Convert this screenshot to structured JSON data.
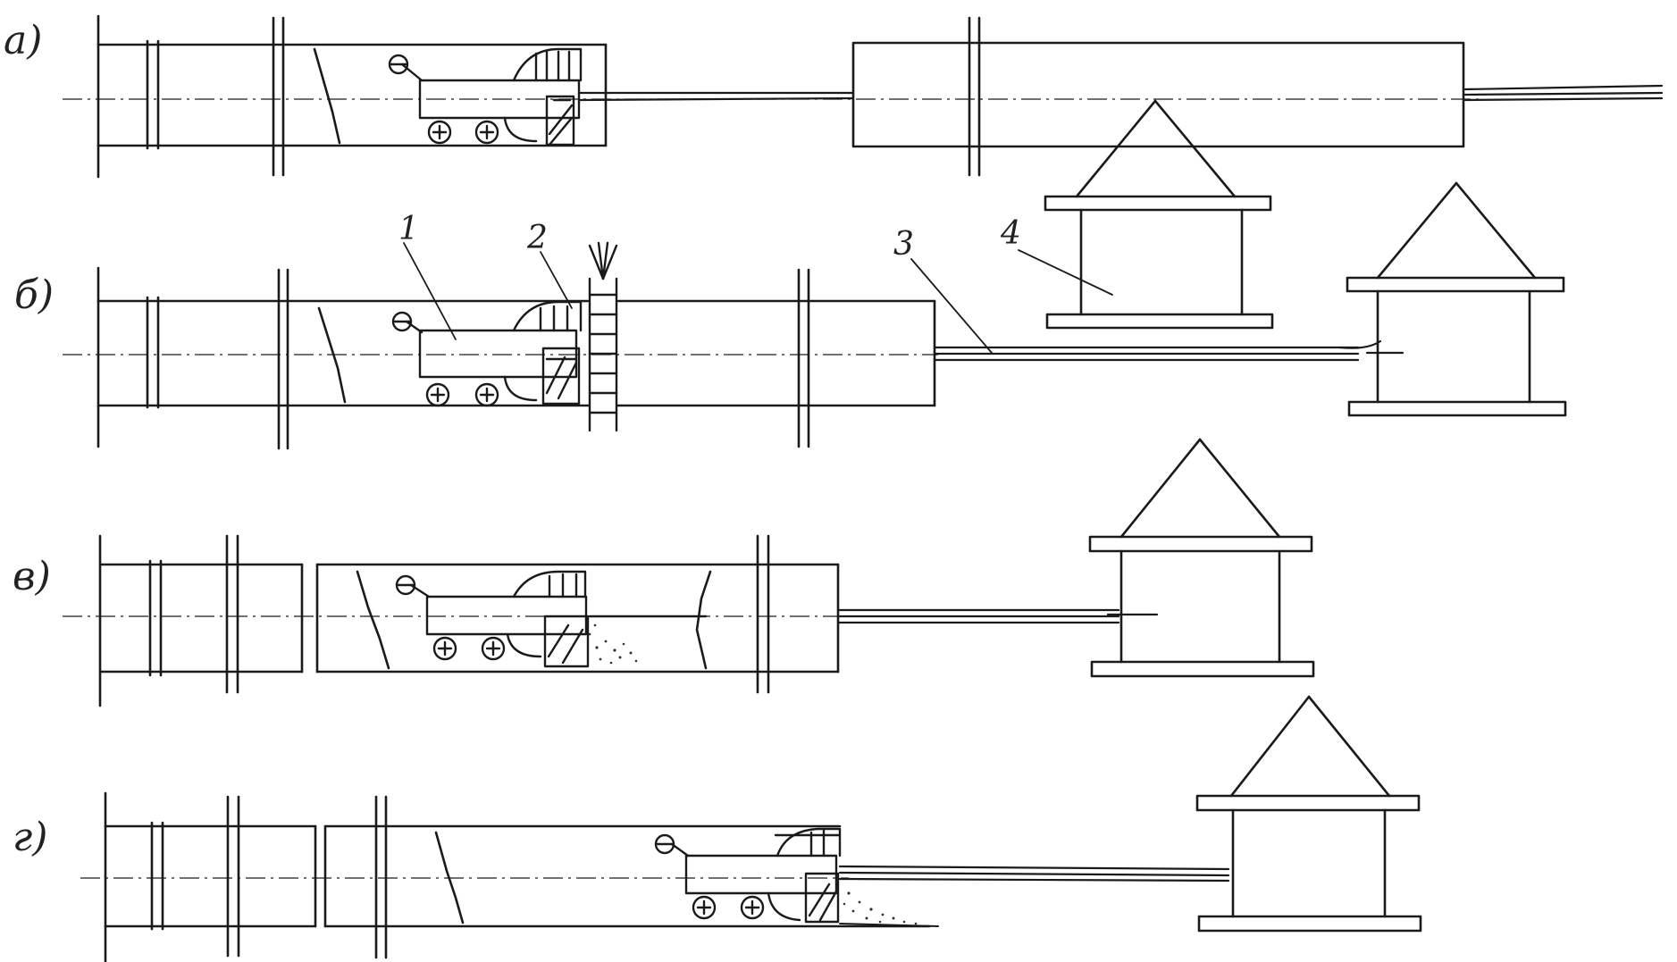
{
  "figure": {
    "rows": [
      {
        "label": "а)"
      },
      {
        "label": "б)"
      },
      {
        "label": "в)"
      },
      {
        "label": "г)"
      }
    ],
    "callouts": [
      "1",
      "2",
      "3",
      "4"
    ]
  }
}
